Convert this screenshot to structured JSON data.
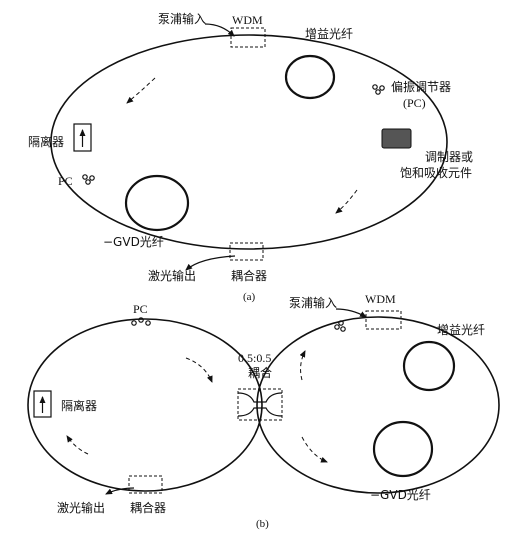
{
  "figure_a": {
    "caption": "(a)",
    "labels": {
      "pump_input": "泵浦输入",
      "wdm": "WDM",
      "gain_fiber": "增益光纤",
      "polarization_controller": "偏振调节器",
      "pc_abbr": "(PC)",
      "isolator": "隔离器",
      "pc": "PC",
      "modulator_line1": "调制器或",
      "modulator_line2": "饱和吸收元件",
      "gvd_fiber": "−GVD光纤",
      "laser_output": "激光输出",
      "coupler": "耦合器"
    }
  },
  "figure_b": {
    "caption": "(b)",
    "labels": {
      "pc": "PC",
      "pump_input": "泵浦输入",
      "wdm": "WDM",
      "gain_fiber": "增益光纤",
      "ratio": "0.5:0.5",
      "coupler_short": "耦合",
      "isolator": "隔离器",
      "laser_output": "激光输出",
      "coupler": "耦合器",
      "gvd_fiber": "−GVD光纤"
    }
  },
  "colors": {
    "line": "#111111",
    "modulator_fill": "#555555",
    "background": "#ffffff"
  }
}
